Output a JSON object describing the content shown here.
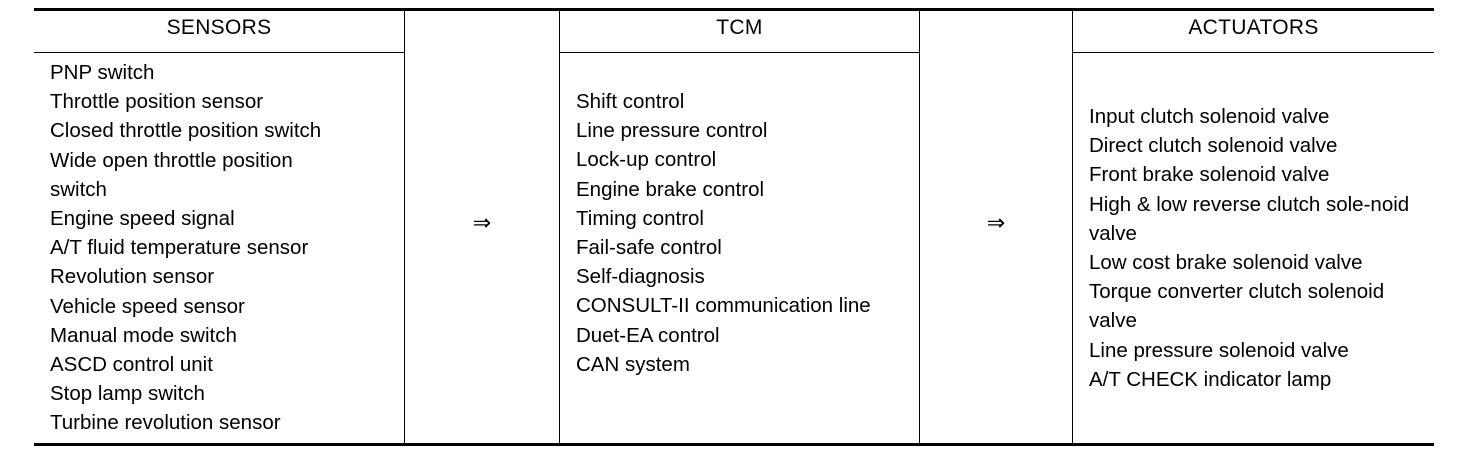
{
  "columns": {
    "sensors": {
      "header": "SENSORS",
      "items": [
        "PNP switch",
        "Throttle position sensor",
        "Closed throttle position switch",
        "Wide open throttle position switch",
        "Engine speed signal",
        "A/T fluid temperature sensor",
        "Revolution sensor",
        "Vehicle speed sensor",
        "Manual mode switch",
        "ASCD control unit",
        "Stop lamp switch",
        "Turbine revolution sensor"
      ]
    },
    "tcm": {
      "header": "TCM",
      "items": [
        "Shift control",
        "Line pressure control",
        "Lock-up control",
        "Engine brake control",
        "Timing control",
        "Fail-safe control",
        "Self-diagnosis",
        "CONSULT-II communication line",
        "Duet-EA control",
        "CAN system"
      ]
    },
    "actuators": {
      "header": "ACTUATORS",
      "items": [
        "Input clutch solenoid valve",
        "Direct clutch solenoid valve",
        "Front brake solenoid valve",
        "High & low reverse clutch sole-noid valve",
        "Low cost brake solenoid valve",
        "Torque converter clutch solenoid valve",
        "Line pressure solenoid valve",
        "A/T CHECK indicator lamp"
      ]
    }
  },
  "arrows": {
    "first": "⇒",
    "second": "⇒"
  }
}
